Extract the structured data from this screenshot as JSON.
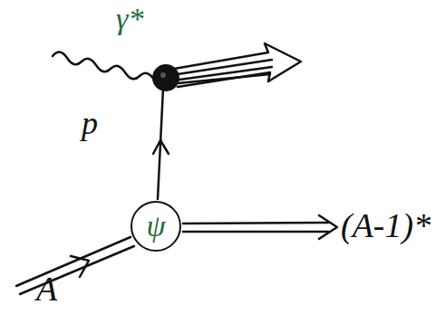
{
  "diagram": {
    "nodes": [
      {
        "text": [
          "ψ"
        ]
      }
    ],
    "labels": [
      "γ*",
      "p",
      "(A-1)*",
      "A"
    ]
  }
}
